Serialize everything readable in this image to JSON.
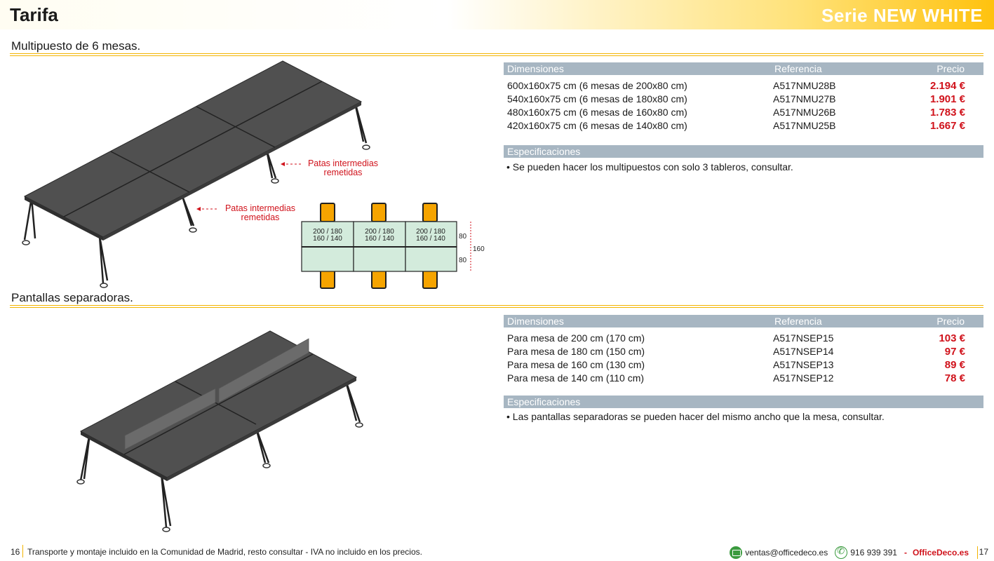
{
  "header": {
    "title": "Tarifa",
    "series": "Serie NEW WHITE"
  },
  "section1": {
    "title": "Multipuesto de 6 mesas.",
    "columns": {
      "dimensions": "Dimensiones",
      "reference": "Referencia",
      "price": "Precio"
    },
    "rows": [
      {
        "dim": "600x160x75 cm (6 mesas de 200x80 cm)",
        "ref": "A517NMU28B",
        "price": "2.194 €"
      },
      {
        "dim": "540x160x75 cm (6 mesas de 180x80 cm)",
        "ref": "A517NMU27B",
        "price": "1.901 €"
      },
      {
        "dim": "480x160x75 cm (6 mesas de 160x80 cm)",
        "ref": "A517NMU26B",
        "price": "1.783 €"
      },
      {
        "dim": "420x160x75 cm (6 mesas de 140x80 cm)",
        "ref": "A517NMU25B",
        "price": "1.667 €"
      }
    ],
    "spec_title": "Especificaciones",
    "spec_item": "• Se pueden hacer los multipuestos con solo 3 tableros, consultar.",
    "callout_1": {
      "line1": "Patas intermedias",
      "line2": "remetidas"
    },
    "callout_2": {
      "line1": "Patas intermedias",
      "line2": "remetidas"
    },
    "plan": {
      "cell_label_1": "200 / 180",
      "cell_label_2": "160 / 140",
      "depth_top": "80",
      "depth_bottom": "80",
      "depth_total": "160"
    }
  },
  "section2": {
    "title": "Pantallas separadoras.",
    "columns": {
      "dimensions": "Dimensiones",
      "reference": "Referencia",
      "price": "Precio"
    },
    "rows": [
      {
        "dim": "Para mesa de 200 cm (170 cm)",
        "ref": "A517NSEP15",
        "price": "103 €"
      },
      {
        "dim": "Para mesa de 180 cm (150 cm)",
        "ref": "A517NSEP14",
        "price": "97 €"
      },
      {
        "dim": "Para mesa de 160 cm (130 cm)",
        "ref": "A517NSEP13",
        "price": "89 €"
      },
      {
        "dim": "Para mesa de 140 cm (110 cm)",
        "ref": "A517NSEP12",
        "price": "78 €"
      }
    ],
    "spec_title": "Especificaciones",
    "spec_item": "• Las pantallas separadoras se pueden hacer del mismo ancho que la mesa, consultar."
  },
  "footer": {
    "page_left": "16",
    "note": "Transporte y montaje incluido en la Comunidad de Madrid, resto consultar - IVA no incluido en los precios.",
    "email": "ventas@officedeco.es",
    "phone": "916 939 391",
    "dash": "-",
    "brand": "OfficeDeco.es",
    "page_right": "17"
  },
  "colors": {
    "accent": "#f3b400",
    "price": "#d0121b",
    "table_header": "#a7b6c2",
    "table_top": "#555555",
    "plan_cell": "#d3ebdc",
    "chair": "#f6a400"
  },
  "icons": [
    "email-icon",
    "phone-icon"
  ]
}
